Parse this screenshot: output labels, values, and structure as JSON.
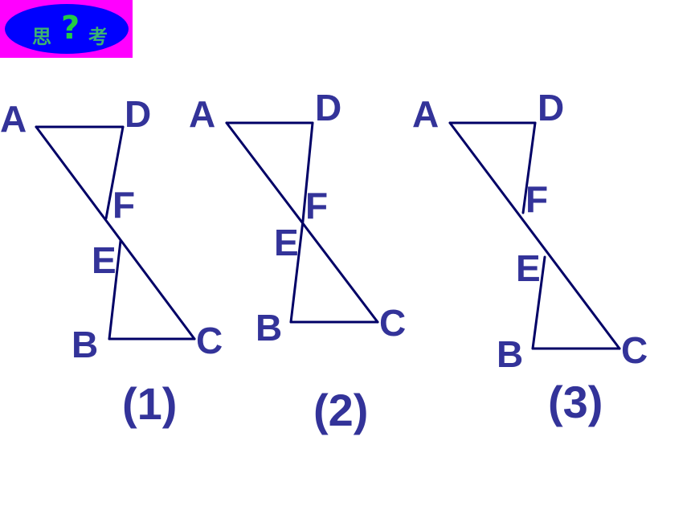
{
  "logo": {
    "text_left": "思",
    "text_mark": "?",
    "text_right": "考",
    "colors": {
      "background": "#ff00ff",
      "ellipse": "#0000ff",
      "text": "#3cb371",
      "mark": "#22cc44"
    }
  },
  "figures": [
    {
      "caption": "(1)",
      "points": {
        "A": "A",
        "D": "D",
        "F": "F",
        "E": "E",
        "B": "B",
        "C": "C"
      }
    },
    {
      "caption": "(2)",
      "points": {
        "A": "A",
        "D": "D",
        "F": "F",
        "E": "E",
        "B": "B",
        "C": "C"
      }
    },
    {
      "caption": "(3)",
      "points": {
        "A": "A",
        "D": "D",
        "F": "F",
        "E": "E",
        "B": "B",
        "C": "C"
      }
    }
  ],
  "colors": {
    "line": "#000066",
    "label": "#333399"
  }
}
